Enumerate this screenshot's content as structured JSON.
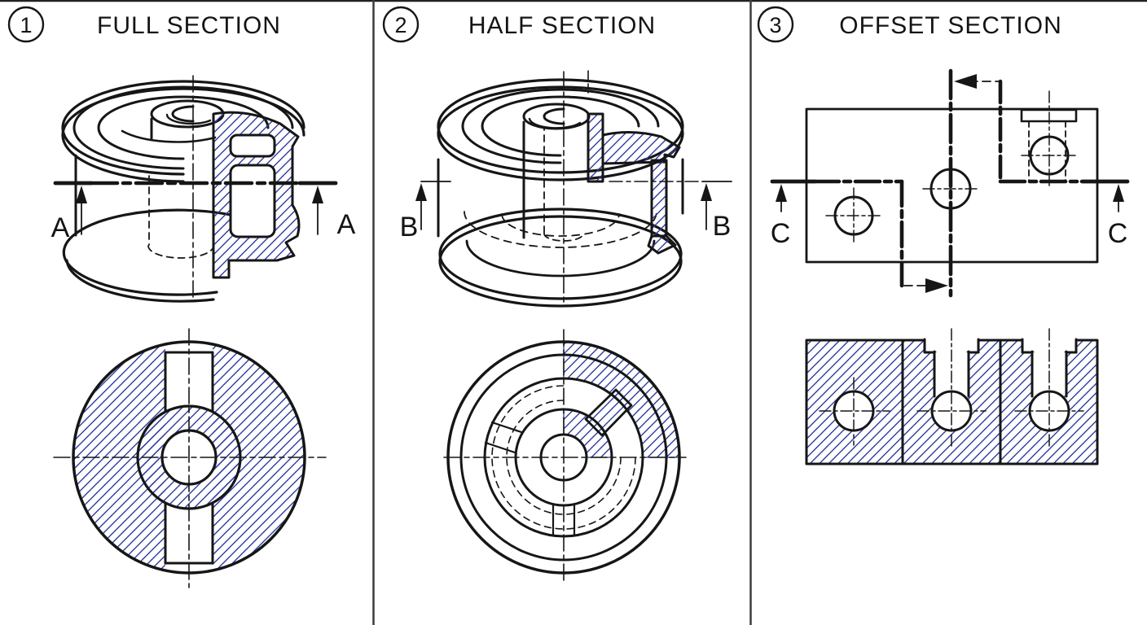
{
  "colors": {
    "line": "#161616",
    "hatch": "#2e3b9e",
    "background": "#ffffff",
    "divider": "#3c3c3c"
  },
  "panels": [
    {
      "number": "1",
      "title": "FULL SECTION",
      "section_label": "A"
    },
    {
      "number": "2",
      "title": "HALF SECTION",
      "section_label": "B"
    },
    {
      "number": "3",
      "title": "OFFSET SECTION",
      "section_label": "C"
    }
  ]
}
